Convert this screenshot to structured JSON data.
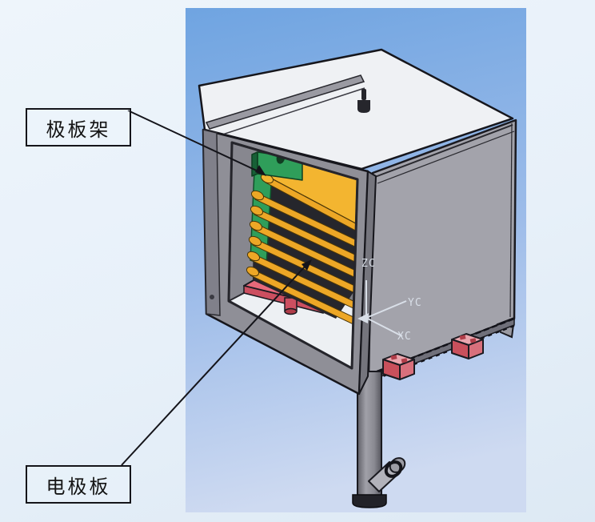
{
  "scene": {
    "description_labels": {
      "plate_rack": "极板架",
      "electrode_plate": "电极板"
    },
    "coordinate_triad": {
      "z_axis": "ZC",
      "y_axis": "YC",
      "x_axis": "XC"
    },
    "colors": {
      "viewport_top": "#6fa4e1",
      "viewport_bottom": "#cedaf1",
      "page_background": "#e9f1f8",
      "box_lid": "#eff1f4",
      "box_right_face": "#a3a3ab",
      "frame_gray": "#8f8f97",
      "plate_yellow": "#f0b02c",
      "rack_green": "#2f9e5a",
      "base_plate_red": "#e8697a",
      "feet_pink": "#d86a76",
      "pipe_gray": "#90909a",
      "outline": "#1a1a20"
    }
  }
}
